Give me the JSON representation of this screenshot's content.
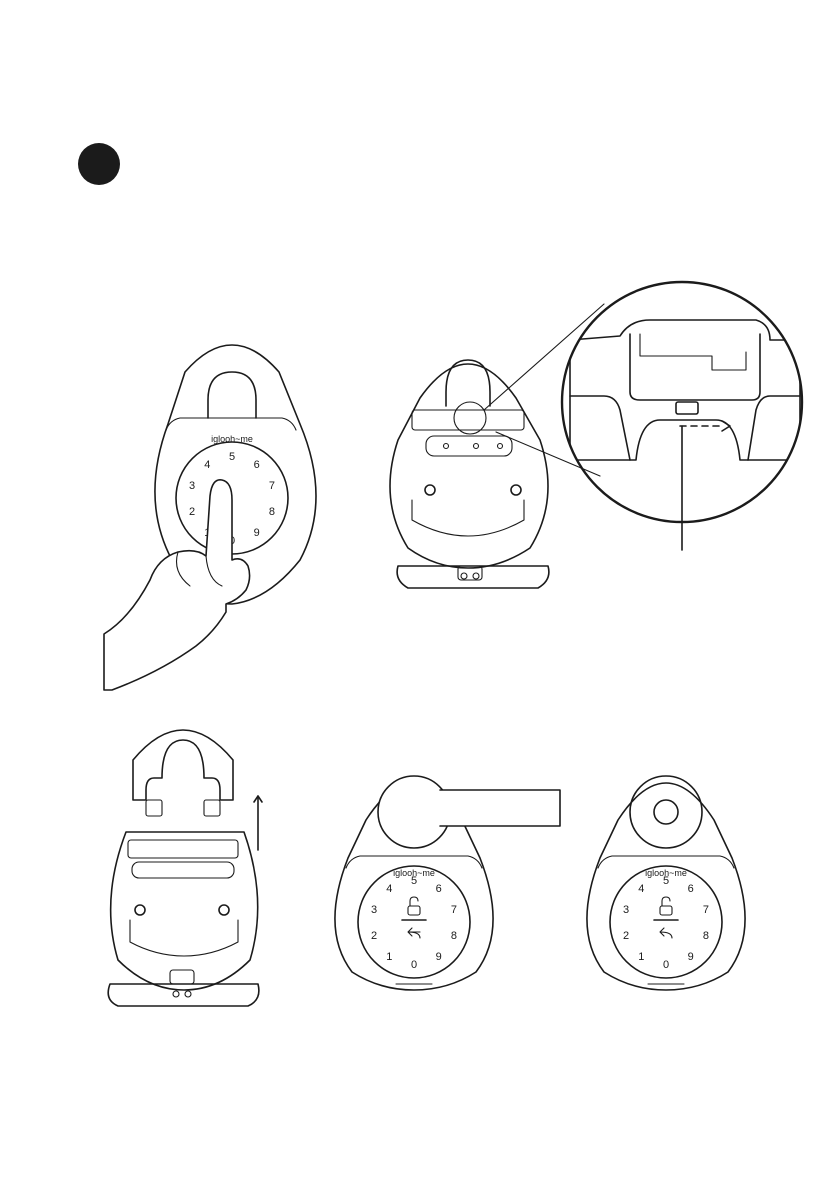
{
  "brand": {
    "name": "iglooh~me"
  },
  "keypad": {
    "digits": [
      {
        "d": "5",
        "a": 0
      },
      {
        "d": "6",
        "a": 36
      },
      {
        "d": "7",
        "a": 72
      },
      {
        "d": "8",
        "a": 108
      },
      {
        "d": "9",
        "a": 144
      },
      {
        "d": "0",
        "a": 180
      },
      {
        "d": "1",
        "a": 216
      },
      {
        "d": "2",
        "a": 252
      },
      {
        "d": "3",
        "a": 288
      },
      {
        "d": "4",
        "a": 324
      }
    ]
  },
  "icons": {
    "step": "step-marker",
    "lock": "unlock-icon",
    "back": "back-arrow-icon"
  }
}
